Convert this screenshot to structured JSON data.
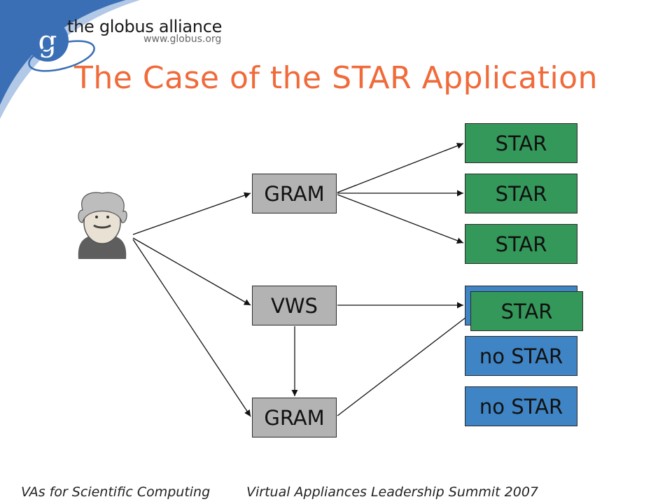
{
  "logo": {
    "name": "the globus alliance",
    "url": "www.globus.org",
    "glyph": "g"
  },
  "title": "The Case of the STAR Application",
  "nodes": {
    "gram_top": "GRAM",
    "vws": "VWS",
    "gram_bottom": "GRAM",
    "star_1": "STAR",
    "star_2": "STAR",
    "star_3": "STAR",
    "star_4": "STAR",
    "no_star_1": "no STAR",
    "no_star_2": "no STAR"
  },
  "user_icon": "scientist-portrait-icon",
  "colors": {
    "gray": "#b3b3b3",
    "green": "#33985a",
    "blue": "#3f84c4",
    "title": "#f06a3a",
    "logo_blue": "#3a6fb5"
  },
  "footer": {
    "left": "VAs for Scientific Computing",
    "right": "Virtual Appliances Leadership Summit 2007"
  }
}
